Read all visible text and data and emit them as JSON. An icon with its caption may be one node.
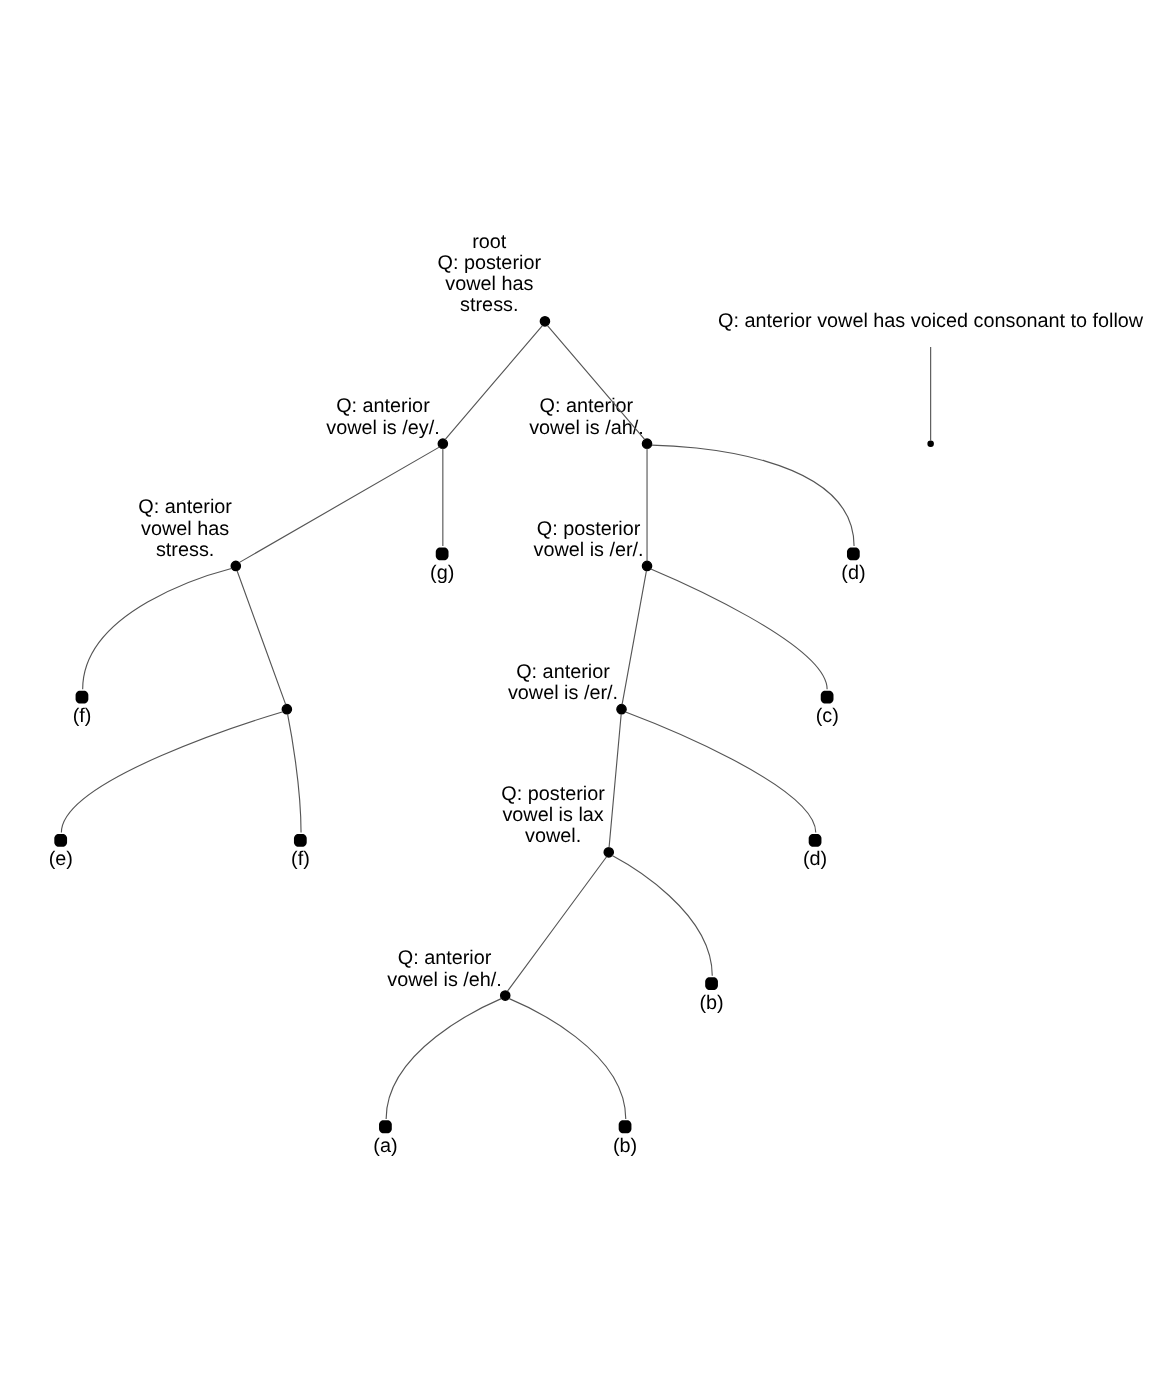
{
  "diagram": {
    "nodes": [
      {
        "text": [],
        "shape": "circle",
        "beside": [
          "root",
          "Q: posterior vowel has stress."
        ]
      },
      {
        "text": [],
        "shape": "circle",
        "beside": [
          "Q: anterior vowel is /ey/."
        ]
      },
      {
        "text": [],
        "shape": "circle",
        "beside": [
          "Q: anterior vowel has stress."
        ]
      },
      {
        "text": [],
        "shape": "circle",
        "beside": [
          "(g)"
        ]
      },
      {
        "text": [],
        "shape": "circle",
        "beside": [
          "(f)"
        ]
      },
      {
        "text": [],
        "shape": "circle"
      },
      {
        "text": [],
        "shape": "circle",
        "beside": [
          "(e)"
        ]
      },
      {
        "text": [],
        "shape": "circle",
        "beside": [
          "(f)"
        ]
      },
      {
        "text": [],
        "shape": "circle",
        "beside": [
          "Q: anterior vowel is /ah/."
        ]
      },
      {
        "text": [],
        "shape": "circle",
        "beside": [
          "Q: posterior vowel is /er/."
        ]
      },
      {
        "text": [],
        "shape": "circle",
        "beside": [
          "(d)"
        ]
      },
      {
        "text": [],
        "shape": "circle",
        "beside": [
          "Q: anterior vowel is /er/."
        ]
      },
      {
        "text": [],
        "shape": "circle",
        "beside": [
          "(c)"
        ]
      },
      {
        "text": [],
        "shape": "circle",
        "beside": [
          "Q: posterior vowel is lax vowel."
        ]
      },
      {
        "text": [],
        "shape": "circle",
        "beside": [
          "(d)"
        ]
      },
      {
        "text": [],
        "shape": "circle",
        "beside": [
          "Q: anterior vowel is /eh/."
        ]
      },
      {
        "text": [],
        "shape": "circle",
        "beside": [
          "(b)"
        ]
      },
      {
        "text": [],
        "shape": "circle",
        "beside": [
          "(a)"
        ]
      },
      {
        "text": [],
        "shape": "circle",
        "beside": [
          "(b)"
        ]
      },
      {
        "text": [
          "Q: anterior vowel has voiced consonant to follow"
        ]
      },
      {
        "text": [],
        "shape": "circle"
      }
    ],
    "edges": [
      {
        "from": 0,
        "to": 1,
        "arrow": "none"
      },
      {
        "from": 0,
        "to": 8,
        "arrow": "none"
      },
      {
        "from": 1,
        "to": 2,
        "arrow": "none"
      },
      {
        "from": 1,
        "to": 3,
        "arrow": "none"
      },
      {
        "from": 2,
        "to": 4,
        "arrow": "none"
      },
      {
        "from": 2,
        "to": 5,
        "arrow": "none"
      },
      {
        "from": 5,
        "to": 6,
        "arrow": "none"
      },
      {
        "from": 5,
        "to": 7,
        "arrow": "none"
      },
      {
        "from": 8,
        "to": 9,
        "arrow": "none"
      },
      {
        "from": 8,
        "to": 10,
        "arrow": "none"
      },
      {
        "from": 9,
        "to": 11,
        "arrow": "none"
      },
      {
        "from": 9,
        "to": 12,
        "arrow": "none"
      },
      {
        "from": 11,
        "to": 13,
        "arrow": "none"
      },
      {
        "from": 11,
        "to": 14,
        "arrow": "none"
      },
      {
        "from": 13,
        "to": 15,
        "arrow": "none"
      },
      {
        "from": 13,
        "to": 16,
        "arrow": "none"
      },
      {
        "from": 15,
        "to": 17,
        "arrow": "none"
      },
      {
        "from": 15,
        "to": 18,
        "arrow": "none"
      },
      {
        "from": 19,
        "to": 20,
        "arrow": "none"
      }
    ]
  }
}
